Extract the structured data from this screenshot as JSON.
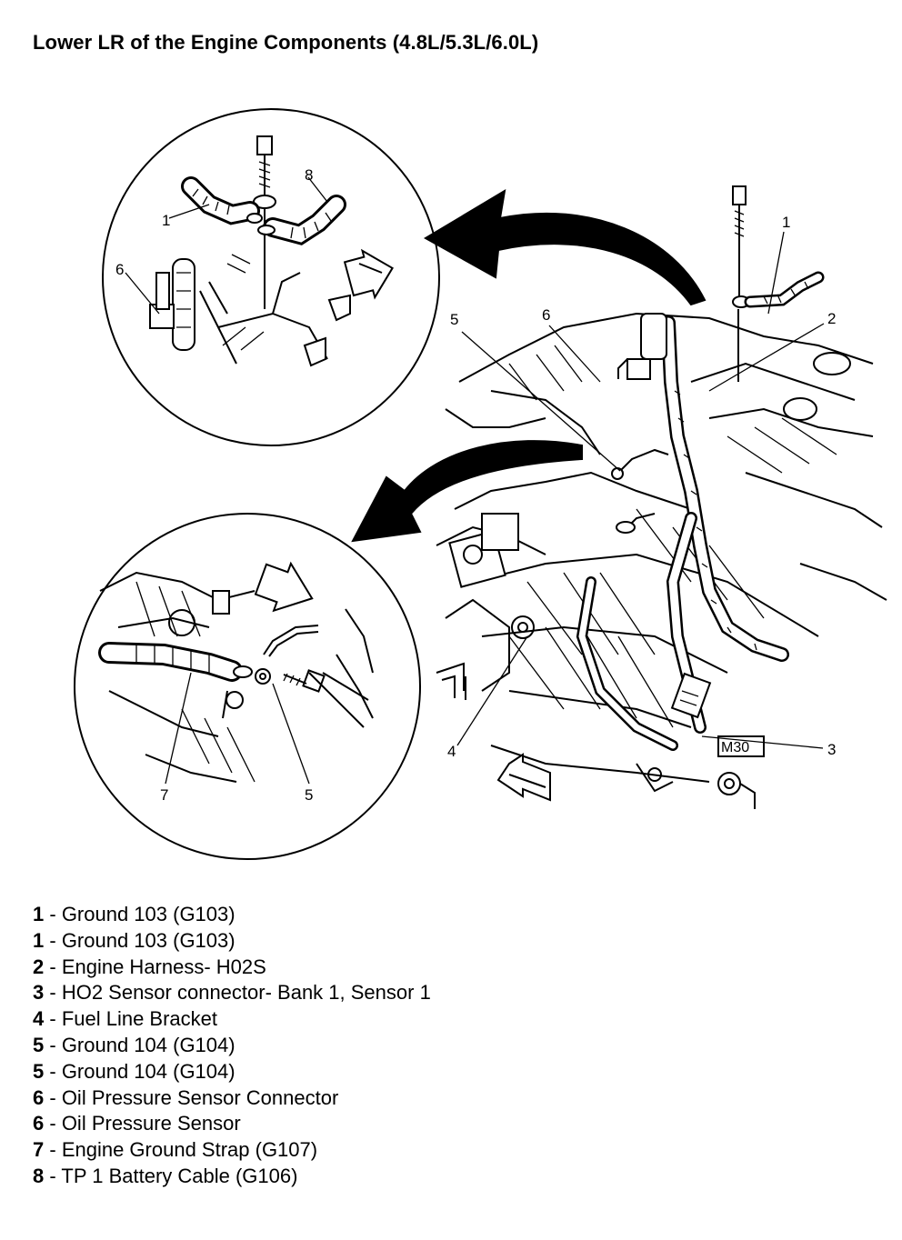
{
  "title": "Lower LR of the Engine Components (4.8L/5.3L/6.0L)",
  "callouts": {
    "upper_inset": [
      "1",
      "8",
      "6"
    ],
    "main_view": [
      "1",
      "2",
      "5",
      "6",
      "4",
      "3"
    ],
    "lower_inset": [
      "7",
      "5"
    ],
    "engine_marking": "M30"
  },
  "legend": [
    {
      "num": "1",
      "text": "Ground 103 (G103)"
    },
    {
      "num": "1",
      "text": "Ground 103 (G103)"
    },
    {
      "num": "2",
      "text": "Engine Harness- H02S"
    },
    {
      "num": "3",
      "text": "HO2 Sensor connector- Bank 1, Sensor 1"
    },
    {
      "num": "4",
      "text": "Fuel Line Bracket"
    },
    {
      "num": "5",
      "text": "Ground 104 (G104)"
    },
    {
      "num": "5",
      "text": "Ground 104 (G104)"
    },
    {
      "num": "6",
      "text": "Oil Pressure Sensor Connector"
    },
    {
      "num": "6",
      "text": "Oil Pressure Sensor"
    },
    {
      "num": "7",
      "text": "Engine Ground Strap (G107)"
    },
    {
      "num": "8",
      "text": "TP 1 Battery Cable (G106)"
    }
  ],
  "legend_separator": " - "
}
